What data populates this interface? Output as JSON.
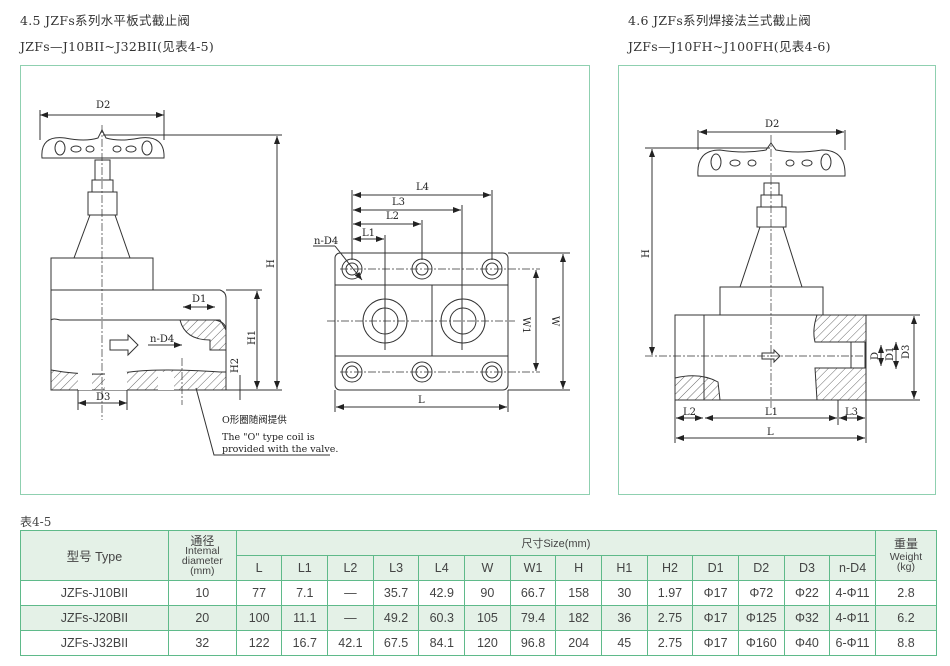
{
  "left_section": {
    "title": "4.5 JZFs系列水平板式截止阀",
    "subtitle": "JZFs—J10BII~J32BII(见表4-5)",
    "labels": {
      "D2": "D2",
      "H": "H",
      "D1": "D1",
      "nD4": "n-D4",
      "H1": "H1",
      "H2": "H2",
      "D3": "D3",
      "L4": "L4",
      "L3": "L3",
      "L2": "L2",
      "L1": "L1",
      "nD4b": "n-D4",
      "W1": "W1",
      "W": "W",
      "L": "L"
    },
    "note_cn": "O形圈随阀提供",
    "note_en1": "The \"O\" type coil is",
    "note_en2": "provided with the valve."
  },
  "right_section": {
    "title": "4.6 JZFs系列焊接法兰式截止阀",
    "subtitle": "JZFs—J10FH~J100FH(见表4-6)",
    "labels": {
      "D2": "D2",
      "H": "H",
      "D": "D",
      "D1": "D1",
      "D3": "D3",
      "L2": "L2",
      "L1": "L1",
      "L3": "L3",
      "L": "L"
    }
  },
  "table": {
    "caption": "表4-5",
    "type_header": "型号 Type",
    "diameter_header_cn": "通径",
    "diameter_header_en1": "Intemal",
    "diameter_header_en2": "diameter",
    "diameter_header_unit": "(mm)",
    "size_header": "尺寸Size(mm)",
    "weight_header_cn": "重量",
    "weight_header_en": "Weight",
    "weight_header_unit": "(kg)",
    "columns": [
      "L",
      "L1",
      "L2",
      "L3",
      "L4",
      "W",
      "W1",
      "H",
      "H1",
      "H2",
      "D1",
      "D2",
      "D3",
      "n-D4"
    ],
    "rows": [
      [
        "JZFs-J10BII",
        "10",
        "77",
        "7.1",
        "—",
        "35.7",
        "42.9",
        "90",
        "66.7",
        "158",
        "30",
        "1.97",
        "Φ17",
        "Φ72",
        "Φ22",
        "4-Φ11",
        "2.8"
      ],
      [
        "JZFs-J20BII",
        "20",
        "100",
        "11.1",
        "—",
        "49.2",
        "60.3",
        "105",
        "79.4",
        "182",
        "36",
        "2.75",
        "Φ17",
        "Φ125",
        "Φ32",
        "4-Φ11",
        "6.2"
      ],
      [
        "JZFs-J32BII",
        "32",
        "122",
        "16.7",
        "42.1",
        "67.5",
        "84.1",
        "120",
        "96.8",
        "204",
        "45",
        "2.75",
        "Φ17",
        "Φ160",
        "Φ40",
        "6-Φ11",
        "8.8"
      ]
    ]
  }
}
